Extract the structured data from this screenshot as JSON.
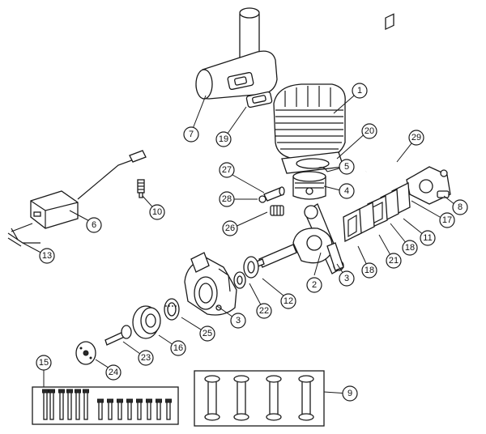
{
  "callouts": [
    {
      "id": "1",
      "label": "1"
    },
    {
      "id": "2",
      "label": "2"
    },
    {
      "id": "3a",
      "label": "3"
    },
    {
      "id": "3b",
      "label": "3"
    },
    {
      "id": "4",
      "label": "4"
    },
    {
      "id": "5",
      "label": "5"
    },
    {
      "id": "6",
      "label": "6"
    },
    {
      "id": "7",
      "label": "7"
    },
    {
      "id": "8",
      "label": "8"
    },
    {
      "id": "9",
      "label": "9"
    },
    {
      "id": "10",
      "label": "10"
    },
    {
      "id": "11",
      "label": "11"
    },
    {
      "id": "12",
      "label": "12"
    },
    {
      "id": "13",
      "label": "13"
    },
    {
      "id": "15",
      "label": "15"
    },
    {
      "id": "16",
      "label": "16"
    },
    {
      "id": "17",
      "label": "17"
    },
    {
      "id": "18a",
      "label": "18"
    },
    {
      "id": "18b",
      "label": "18"
    },
    {
      "id": "19",
      "label": "19"
    },
    {
      "id": "20",
      "label": "20"
    },
    {
      "id": "21",
      "label": "21"
    },
    {
      "id": "22",
      "label": "22"
    },
    {
      "id": "23",
      "label": "23"
    },
    {
      "id": "24",
      "label": "24"
    },
    {
      "id": "25",
      "label": "25"
    },
    {
      "id": "26",
      "label": "26"
    },
    {
      "id": "27",
      "label": "27"
    },
    {
      "id": "28",
      "label": "28"
    },
    {
      "id": "29",
      "label": "29"
    }
  ]
}
